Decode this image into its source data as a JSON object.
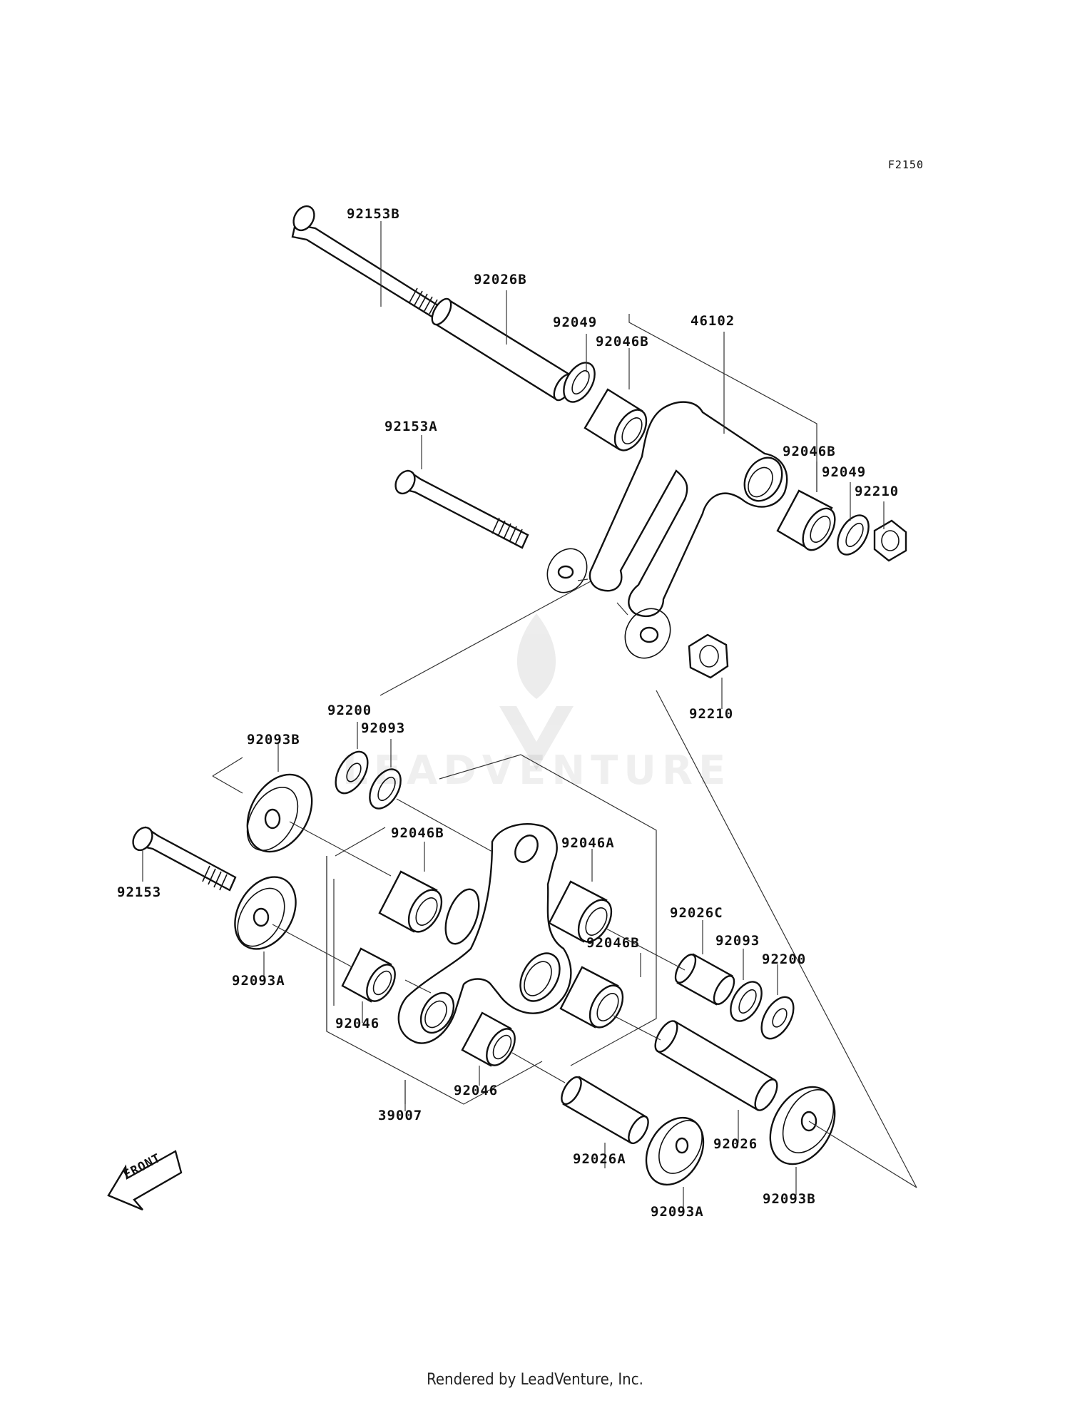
{
  "diagram_code": "F2150",
  "footer": "Rendered by LeadVenture, Inc.",
  "watermark": "LEADVENTURE",
  "front_arrow": "FRONT",
  "labels": {
    "p92153B": "92153B",
    "p92026B": "92026B",
    "p92049_top": "92049",
    "p92046B_top": "92046B",
    "p46102": "46102",
    "p92153A": "92153A",
    "p92046B_right": "92046B",
    "p92049_right": "92049",
    "p92210_right": "92210",
    "p92210_mid": "92210",
    "p92200_left": "92200",
    "p92093_left": "92093",
    "p92093B_left": "92093B",
    "p92046B_mid": "92046B",
    "p92046A": "92046A",
    "p92153": "92153",
    "p92093A_left": "92093A",
    "p92026C": "92026C",
    "p92093_right": "92093",
    "p92200_right": "92200",
    "p92046B_low": "92046B",
    "p92046_left": "92046",
    "p92046_mid": "92046",
    "p39007": "39007",
    "p92026A": "92026A",
    "p92026": "92026",
    "p92093A_bottom": "92093A",
    "p92093B_bottom": "92093B"
  }
}
